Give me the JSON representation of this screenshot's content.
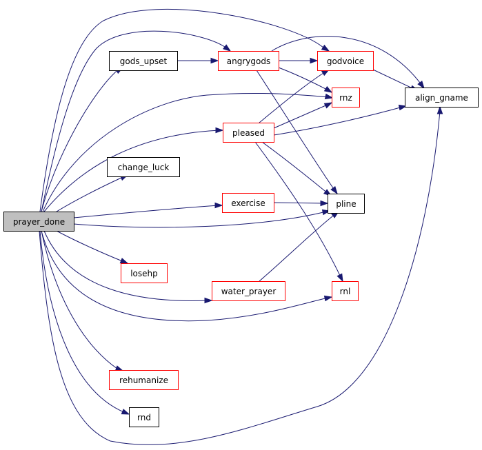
{
  "colors": {
    "edge": "#191970",
    "root_fill": "#bfbfbf",
    "root_border": "#000000",
    "leaf_border": "#000000",
    "linked_border": "#ff0000",
    "node_fill": "#ffffff",
    "text": "#000000"
  },
  "graph": {
    "nodes": [
      {
        "id": "prayer_done",
        "label": "prayer_done",
        "kind": "root"
      },
      {
        "id": "gods_upset",
        "label": "gods_upset",
        "kind": "leaf"
      },
      {
        "id": "angrygods",
        "label": "angrygods",
        "kind": "linked"
      },
      {
        "id": "godvoice",
        "label": "godvoice",
        "kind": "linked"
      },
      {
        "id": "align_gname",
        "label": "align_gname",
        "kind": "leaf"
      },
      {
        "id": "rnz",
        "label": "rnz",
        "kind": "linked"
      },
      {
        "id": "pleased",
        "label": "pleased",
        "kind": "linked"
      },
      {
        "id": "change_luck",
        "label": "change_luck",
        "kind": "leaf"
      },
      {
        "id": "exercise",
        "label": "exercise",
        "kind": "linked"
      },
      {
        "id": "pline",
        "label": "pline",
        "kind": "leaf"
      },
      {
        "id": "losehp",
        "label": "losehp",
        "kind": "linked"
      },
      {
        "id": "water_prayer",
        "label": "water_prayer",
        "kind": "linked"
      },
      {
        "id": "rnl",
        "label": "rnl",
        "kind": "linked"
      },
      {
        "id": "rehumanize",
        "label": "rehumanize",
        "kind": "linked"
      },
      {
        "id": "rnd",
        "label": "rnd",
        "kind": "leaf"
      }
    ],
    "edges": [
      {
        "from": "prayer_done",
        "to": "gods_upset"
      },
      {
        "from": "prayer_done",
        "to": "angrygods"
      },
      {
        "from": "prayer_done",
        "to": "godvoice"
      },
      {
        "from": "prayer_done",
        "to": "rnz"
      },
      {
        "from": "prayer_done",
        "to": "pleased"
      },
      {
        "from": "prayer_done",
        "to": "change_luck"
      },
      {
        "from": "prayer_done",
        "to": "exercise"
      },
      {
        "from": "prayer_done",
        "to": "pline"
      },
      {
        "from": "prayer_done",
        "to": "losehp"
      },
      {
        "from": "prayer_done",
        "to": "water_prayer"
      },
      {
        "from": "prayer_done",
        "to": "rnl"
      },
      {
        "from": "prayer_done",
        "to": "rehumanize"
      },
      {
        "from": "prayer_done",
        "to": "rnd"
      },
      {
        "from": "prayer_done",
        "to": "align_gname"
      },
      {
        "from": "gods_upset",
        "to": "angrygods"
      },
      {
        "from": "angrygods",
        "to": "godvoice"
      },
      {
        "from": "angrygods",
        "to": "align_gname"
      },
      {
        "from": "angrygods",
        "to": "rnz"
      },
      {
        "from": "angrygods",
        "to": "pline"
      },
      {
        "from": "godvoice",
        "to": "align_gname"
      },
      {
        "from": "pleased",
        "to": "godvoice"
      },
      {
        "from": "pleased",
        "to": "rnz"
      },
      {
        "from": "pleased",
        "to": "align_gname"
      },
      {
        "from": "pleased",
        "to": "pline"
      },
      {
        "from": "pleased",
        "to": "rnl"
      },
      {
        "from": "exercise",
        "to": "pline"
      },
      {
        "from": "water_prayer",
        "to": "pline"
      }
    ]
  }
}
